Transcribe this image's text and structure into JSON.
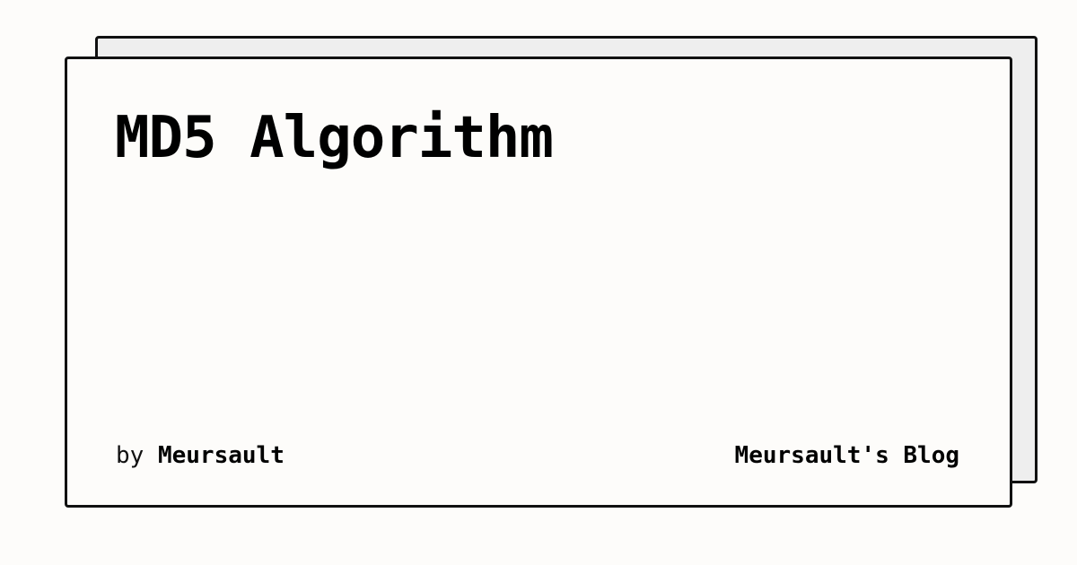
{
  "post": {
    "title": "MD5 Algorithm",
    "byline_prefix": "by",
    "author": "Meursault"
  },
  "site": {
    "name": "Meursault's Blog"
  },
  "colors": {
    "background": "#fdfcfa",
    "card_back": "#eeeeee",
    "border": "#111111",
    "text": "#000000"
  }
}
